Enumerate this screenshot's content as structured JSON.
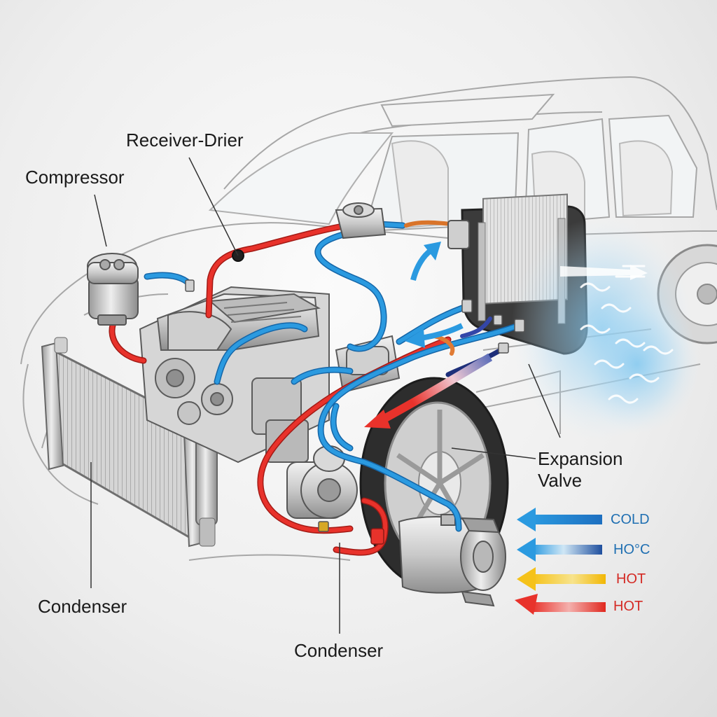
{
  "title": "Car Air Conditioning System Diagram",
  "colors": {
    "hot_line": "#e8322b",
    "cold_line": "#2b9ae0",
    "warm_yellow": "#f5c21a",
    "label_text": "#1a1a1a",
    "legend_blue_text": "#1f6fb2",
    "legend_red_text": "#d42a24"
  },
  "labels": {
    "receiver_drier": "Receiver-Drier",
    "compressor": "Compressor",
    "expansion_valve_line1": "Expansion",
    "expansion_valve_line2": "Valve",
    "condenser_left": "Condenser",
    "condenser_bottom": "Condenser"
  },
  "legend": [
    {
      "label": "COLD",
      "arrow_color": "blue"
    },
    {
      "label": "HO°C",
      "arrow_color": "blue-fade"
    },
    {
      "label": "HOT",
      "arrow_color": "yellow"
    },
    {
      "label": "HOT",
      "arrow_color": "red"
    }
  ]
}
